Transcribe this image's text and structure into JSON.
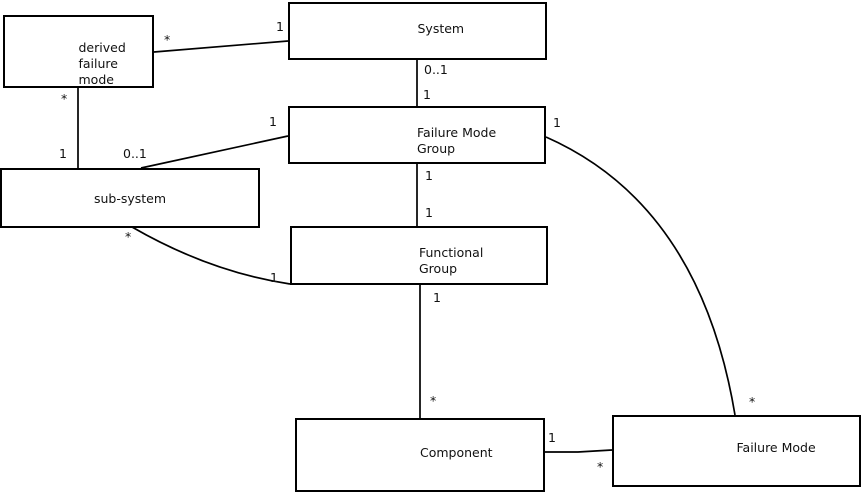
{
  "diagram": {
    "type": "uml-class-association-diagram",
    "colors": {
      "background": "#ffffff",
      "entity_fill": "#ffffff",
      "entity_border": "#000000",
      "line": "#000000",
      "text": "#111111"
    },
    "entities": [
      {
        "id": "derived-failure-mode",
        "label": "derived\nfailure\nmode"
      },
      {
        "id": "system",
        "label": "System"
      },
      {
        "id": "failure-mode-group",
        "label": "Failure Mode\nGroup"
      },
      {
        "id": "sub-system",
        "label": "sub-system"
      },
      {
        "id": "functional-group",
        "label": "Functional\nGroup"
      },
      {
        "id": "component",
        "label": "Component"
      },
      {
        "id": "failure-mode",
        "label": "Failure Mode"
      }
    ],
    "relationships": [
      {
        "from": "derived failure mode",
        "to": "System",
        "from_card": "*",
        "to_card": "1"
      },
      {
        "from": "derived failure mode",
        "to": "sub-system",
        "from_card": "*",
        "to_card": "1"
      },
      {
        "from": "sub-system",
        "to": "Failure Mode Group",
        "from_card": "0..1",
        "to_card": "1"
      },
      {
        "from": "System",
        "to": "Failure Mode Group",
        "from_card": "0..1",
        "to_card": "1"
      },
      {
        "from": "Failure Mode Group",
        "to": "Functional Group",
        "from_card": "1",
        "to_card": "1"
      },
      {
        "from": "sub-system",
        "to": "Functional Group",
        "from_card": "*",
        "to_card": "1"
      },
      {
        "from": "Functional Group",
        "to": "Component",
        "from_card": "1",
        "to_card": "*"
      },
      {
        "from": "Component",
        "to": "Failure Mode",
        "from_card": "1",
        "to_card": "*"
      },
      {
        "from": "Failure Mode Group",
        "to": "Failure Mode",
        "from_card": "1",
        "to_card": "*"
      }
    ]
  }
}
